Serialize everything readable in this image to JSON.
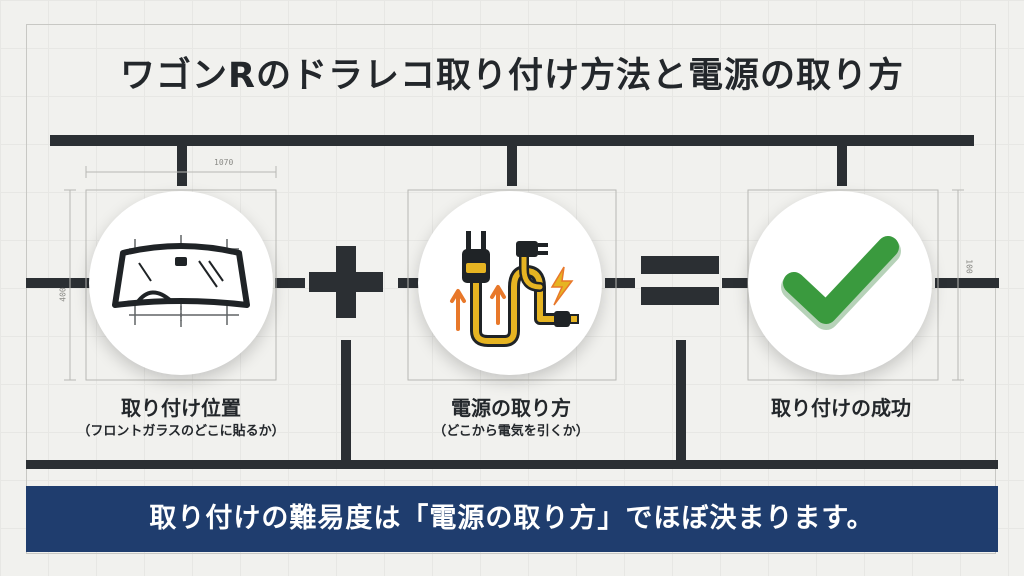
{
  "title": "ワゴンRのドラレコ取り付け方法と電源の取り方",
  "steps": [
    {
      "label": "取り付け位置",
      "sublabel": "（フロントガラスのどこに貼るか）",
      "icon": "windshield-icon"
    },
    {
      "label": "電源の取り方",
      "sublabel": "（どこから電気を引くか）",
      "icon": "power-plug-cable-icon"
    },
    {
      "label": "取り付けの成功",
      "sublabel": "",
      "icon": "check-mark-icon"
    }
  ],
  "operators": {
    "plus": "plus-icon",
    "equals": "equals-icon"
  },
  "banner": "取り付けの難易度は「電源の取り方」でほぼ決まります。",
  "dimensions": {
    "top": "1070",
    "left": "400",
    "right": "100"
  },
  "colors": {
    "background": "#f1f1ee",
    "line": "#2b2f33",
    "banner": "#1f3d6e",
    "cable": "#e6b422",
    "check": "#3a9a3e",
    "arrow": "#e8782a"
  }
}
